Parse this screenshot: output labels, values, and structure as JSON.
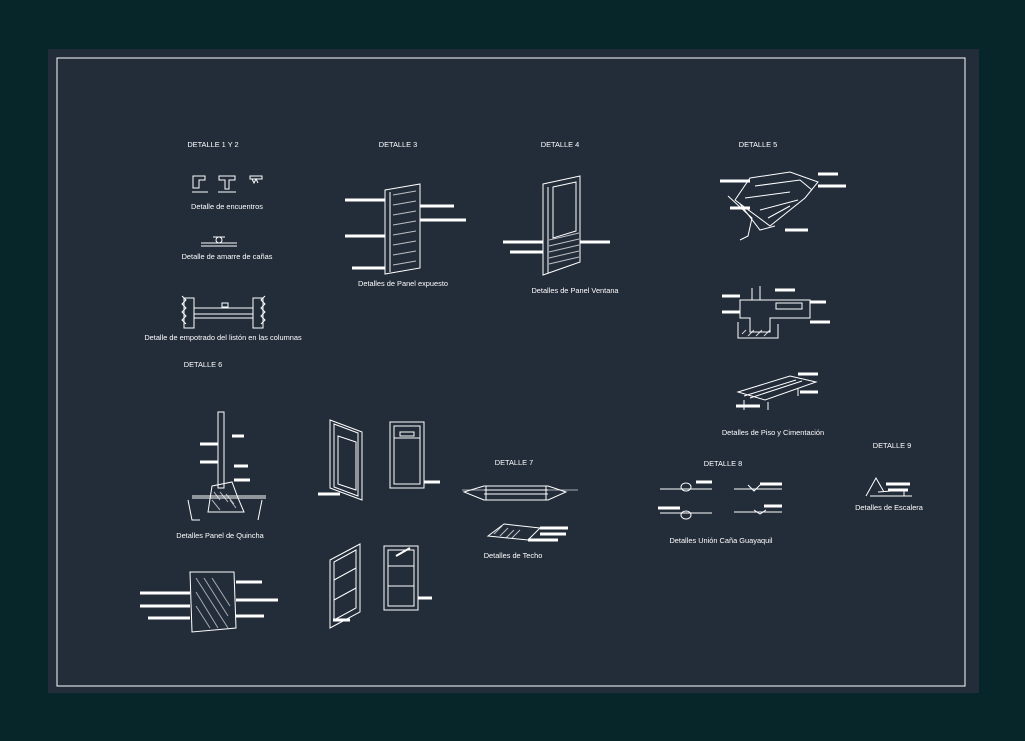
{
  "sheet": {
    "background": "#062629",
    "paper": "#232c39",
    "line": "#ffffff"
  },
  "labels": {
    "detalle_1_2": "DETALLE 1 Y 2",
    "detalle_3": "DETALLE 3",
    "detalle_4": "DETALLE 4",
    "detalle_5": "DETALLE 5",
    "detalle_6": "DETALLE 6",
    "detalle_7": "DETALLE 7",
    "detalle_8": "DETALLE 8",
    "detalle_9": "DETALLE 9",
    "encuentros": "Detalle de encuentros",
    "amarre": "Detalle de amarre de cañas",
    "empotrado": "Detalle de empotrado del listón en las columnas",
    "panel_expuesto": "Detalles de Panel expuesto",
    "panel_ventana": "Detalles de Panel Ventana",
    "piso_cimentacion": "Detalles de Piso y Cimentación",
    "panel_quincha": "Detalles Panel de Quincha",
    "techo": "Detalles de Techo",
    "union_cana": "Detalles Unión Caña Guayaquil",
    "escalera": "Detalles de Escalera"
  }
}
